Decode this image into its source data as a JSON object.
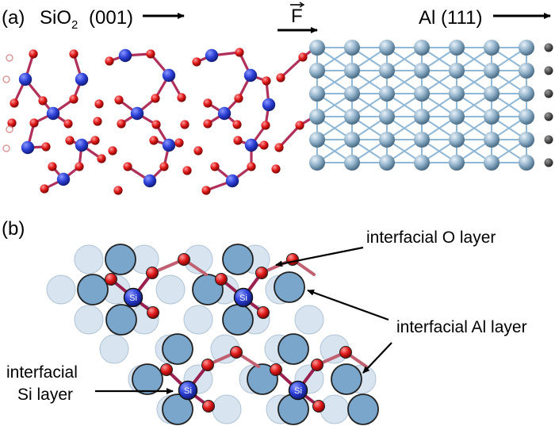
{
  "panel_a": {
    "label": "(a)",
    "sio2_prefix": "SiO",
    "sio2_subscript": "2",
    "sio2_orientation": "(001)",
    "force_symbol": "F",
    "al_label": "Al",
    "al_orientation": "(111)"
  },
  "panel_b": {
    "label": "(b)",
    "annotations": {
      "interfacial_o": "interfacial O layer",
      "interfacial_al": "interfacial Al layer",
      "interfacial_si_line1": "interfacial",
      "interfacial_si_line2": "Si layer"
    },
    "si_atom_label": "Si"
  },
  "colors": {
    "si_atom": "#2b3fd6",
    "o_atom": "#e01818",
    "al_atom": "#8fb0c8",
    "al_bond": "#8fb8d8",
    "si_o_bond": "#b0305a",
    "al_top_layer": "#6f9ec4",
    "al_sub_layer": "#b8cde0",
    "fixed_atom": "#444444"
  }
}
